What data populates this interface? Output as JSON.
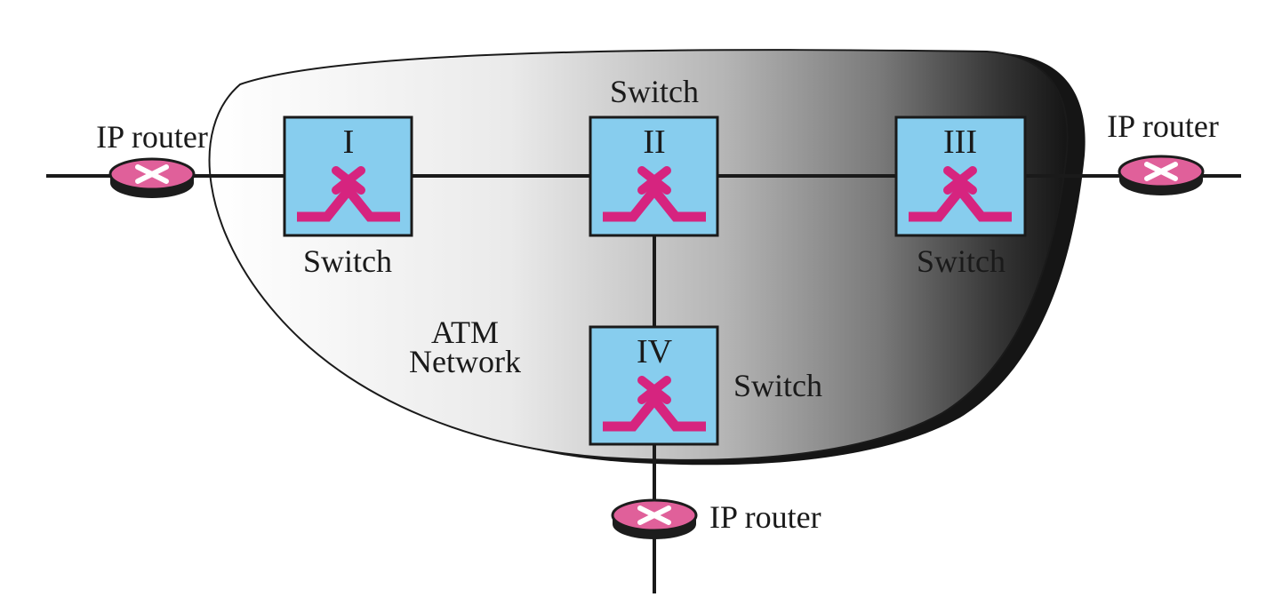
{
  "network": {
    "label_line1": "ATM",
    "label_line2": "Network"
  },
  "switches": [
    {
      "id": "I",
      "caption": "Switch"
    },
    {
      "id": "II",
      "caption": "Switch"
    },
    {
      "id": "III",
      "caption": "Switch"
    },
    {
      "id": "IV",
      "caption": "Switch"
    }
  ],
  "routers": [
    {
      "label": "IP router"
    },
    {
      "label": "IP router"
    },
    {
      "label": "IP router"
    }
  ],
  "colors": {
    "switch_fill": "#87cdee",
    "switch_symbol": "#d6247f",
    "router_top": "#e0609a",
    "router_base": "#1c1c1c",
    "network_dark": "#151515",
    "line": "#1a1a1a"
  },
  "icons": {
    "switch": "atm-switch-icon",
    "router": "ip-router-icon"
  }
}
